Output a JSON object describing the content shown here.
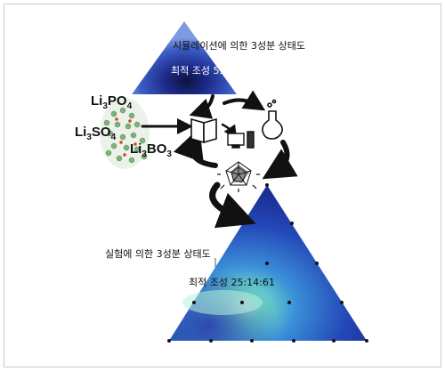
{
  "simulation": {
    "title": "시뮬레이션에 의한 3성분 상태도",
    "optimum": "최적 조성 55:26:19"
  },
  "experiment": {
    "title": "실험에 의한 3성분 상태도",
    "optimum": "최적 조성 25:14:61"
  },
  "compounds": [
    {
      "base": "Li",
      "s1": "3",
      "mid": "PO",
      "s2": "4"
    },
    {
      "base": "Li",
      "s1": "3",
      "mid": "SO",
      "s2": "4"
    },
    {
      "base": "Li",
      "s1": "3",
      "mid": "BO",
      "s2": "3"
    }
  ],
  "icons": [
    "book-icon",
    "flask-icon",
    "computer-icon",
    "radar-chart-icon"
  ],
  "colors": {
    "triangle_dark": "#1a2a8c",
    "triangle_mid": "#3d7ad6",
    "hotspot": "#7fe3c8",
    "arrow": "#111111"
  }
}
